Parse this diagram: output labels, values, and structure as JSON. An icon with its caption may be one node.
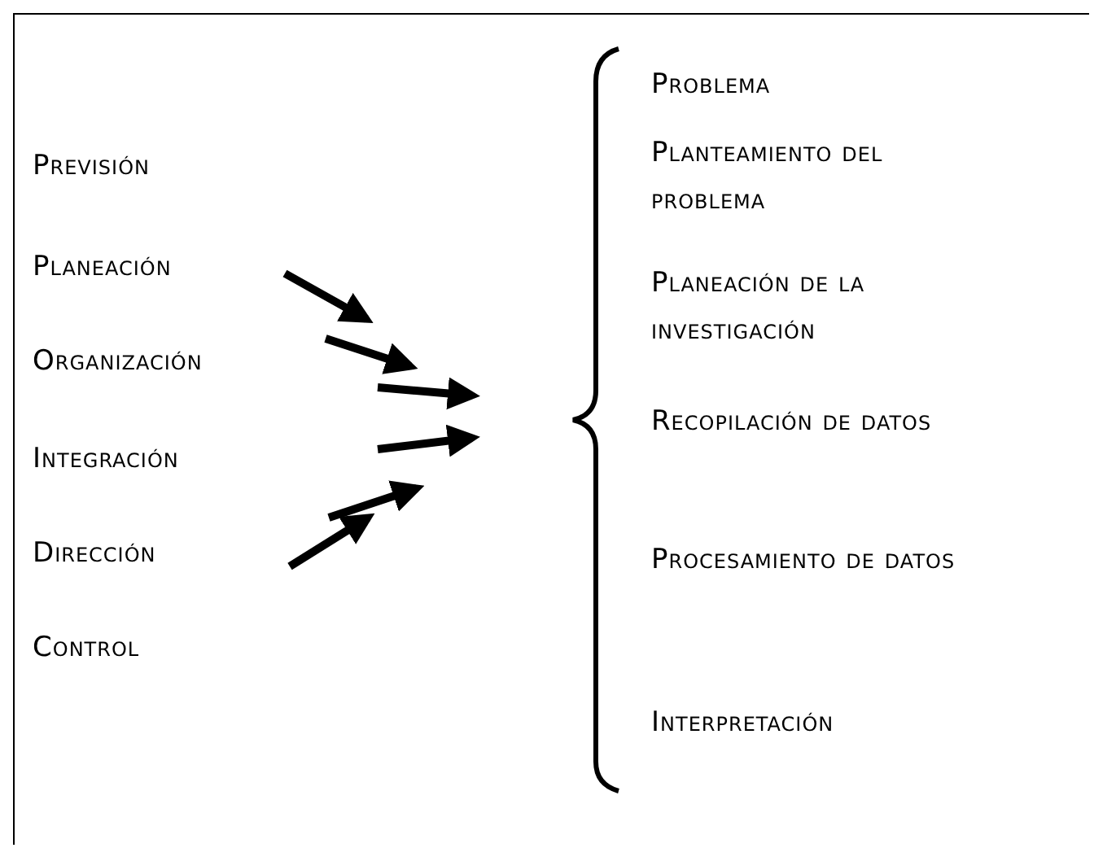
{
  "diagram": {
    "labels": [
      "Previsión",
      "Planeación",
      "Organización",
      "Integración",
      "Dirección",
      "Control",
      "Problema",
      "Planteamiento del problema",
      "Planeación de la investigación",
      "Recopilación de datos",
      "Procesamiento de datos",
      "Interpretación"
    ]
  }
}
